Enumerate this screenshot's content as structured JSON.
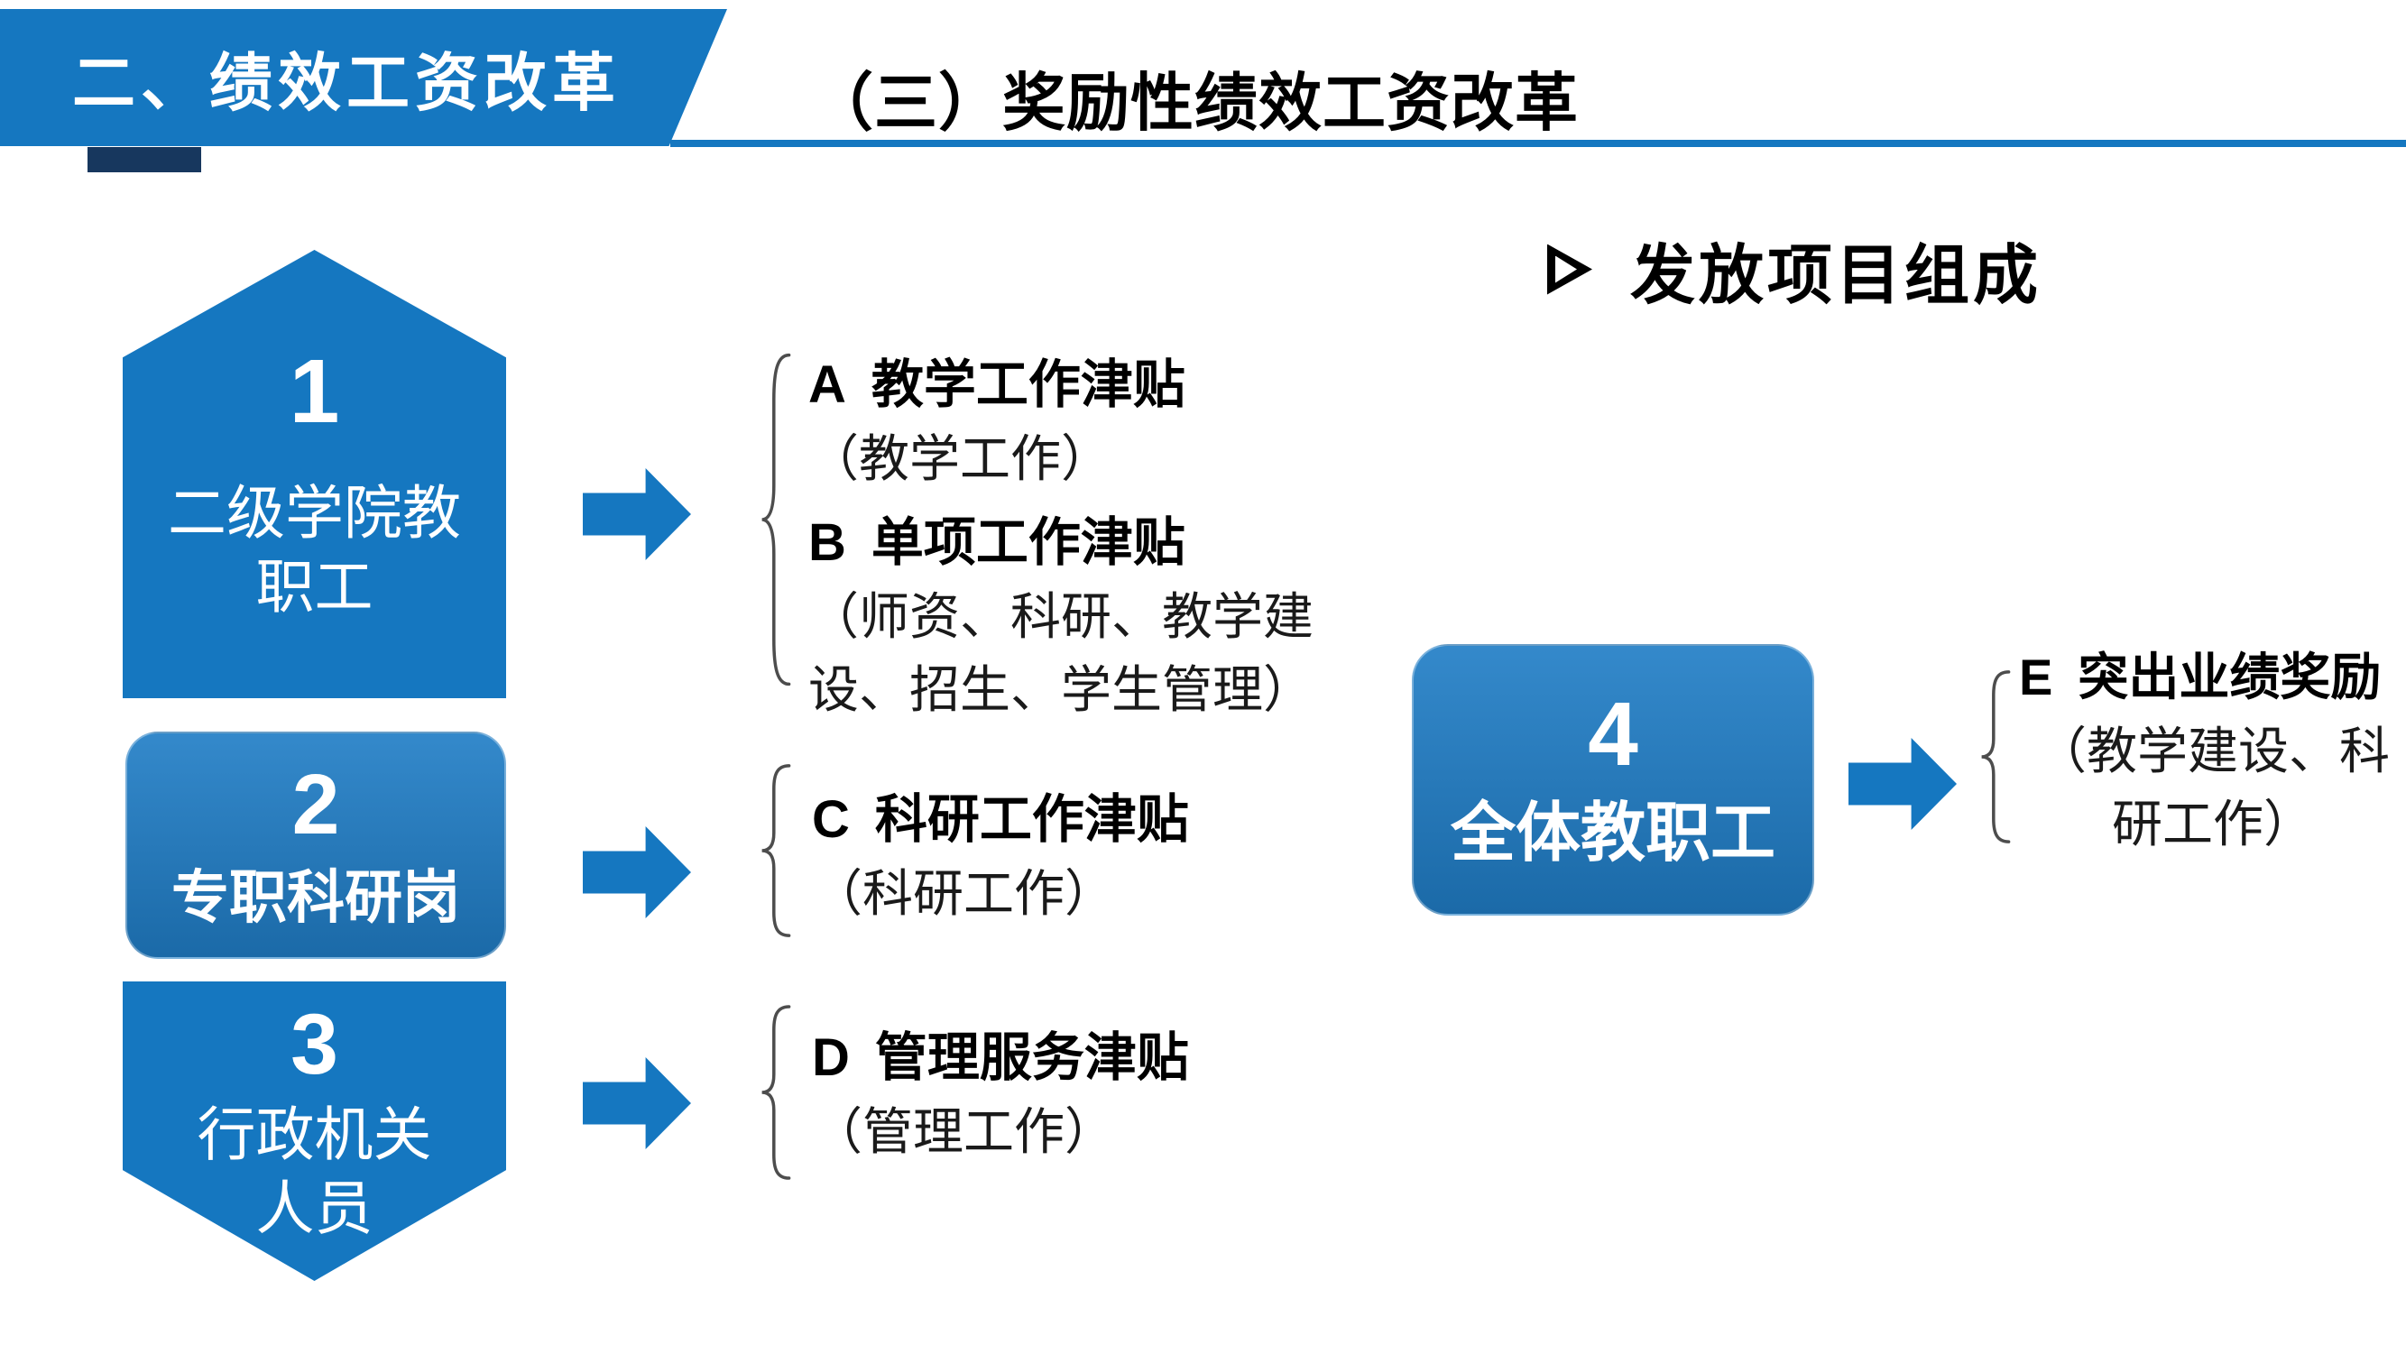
{
  "banner": {
    "title": "二、绩效工资改革"
  },
  "header": {
    "title": "（三）奖励性绩效工资改革"
  },
  "section": {
    "title": "发放项目组成",
    "bullet_icon": "arrowhead-right-icon"
  },
  "groups": [
    {
      "number": "1",
      "label": "二级学院教\n职工",
      "shape": "pentagon-up",
      "items": [
        {
          "code": "A",
          "title": "教学工作津贴",
          "detail": "（教学工作）"
        },
        {
          "code": "B",
          "title": "单项工作津贴",
          "detail": "（师资、科研、教学建\n设、招生、学生管理）"
        }
      ]
    },
    {
      "number": "2",
      "label": "专职科研岗",
      "shape": "rounded-rectangle",
      "items": [
        {
          "code": "C",
          "title": "科研工作津贴",
          "detail": "（科研工作）"
        }
      ]
    },
    {
      "number": "3",
      "label": "行政机关\n人员",
      "shape": "pentagon-down",
      "items": [
        {
          "code": "D",
          "title": "管理服务津贴",
          "detail": "（管理工作）"
        }
      ]
    },
    {
      "number": "4",
      "label": "全体教职工",
      "shape": "rounded-rectangle",
      "items": [
        {
          "code": "E",
          "title": "突出业绩奖励",
          "detail": "（教学建设、科\n研工作）"
        }
      ]
    }
  ],
  "icons": {
    "bullet": "arrowhead-right-icon",
    "connector": "block-arrow-right-icon",
    "grouping": "left-brace-icon"
  },
  "colors": {
    "primary": "#1577c0",
    "primary_dark": "#1b6aa8",
    "rounded_light": "#3489cb",
    "accent_dark": "#17375e",
    "text": "#000000"
  }
}
